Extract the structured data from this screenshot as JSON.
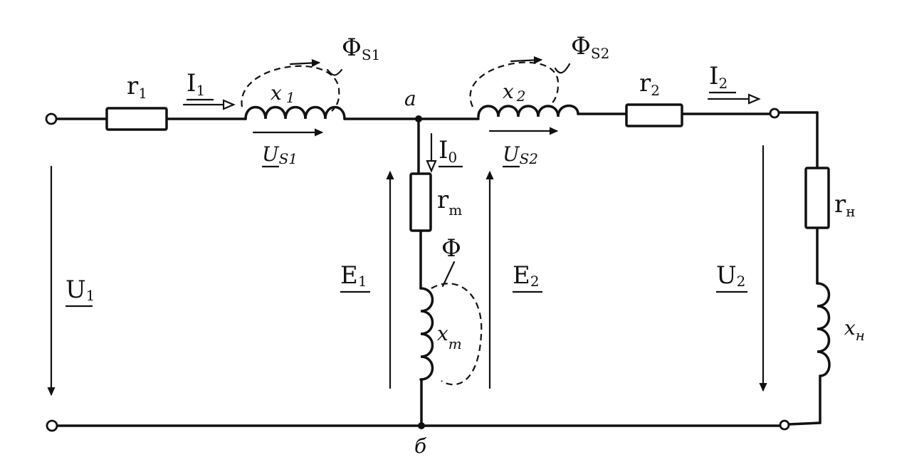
{
  "labels": {
    "r1": "r",
    "r1_sub": "1",
    "I1": "I",
    "I1_sub": "1",
    "x1": "x",
    "x1_sub": "1",
    "phis1": "Φ",
    "phis1_sub": "S1",
    "us1": "U",
    "us1_sub": "S1",
    "node_a": "a",
    "I0": "I",
    "I0_sub": "0",
    "x2": "x",
    "x2_sub": "2",
    "phis2": "Φ",
    "phis2_sub": "S2",
    "us2": "U",
    "us2_sub": "S2",
    "r2": "r",
    "r2_sub": "2",
    "I2": "I",
    "I2_sub": "2",
    "rm": "r",
    "rm_sub": "m",
    "phi": "Φ",
    "xm": "x",
    "xm_sub": "m",
    "E1": "E",
    "E1_sub": "1",
    "E2": "E",
    "E2_sub": "2",
    "U1": "U",
    "U1_sub": "1",
    "U2": "U",
    "U2_sub": "2",
    "rn": "r",
    "rn_sub": "н",
    "xn": "x",
    "xn_sub": "н",
    "node_b": "б"
  }
}
